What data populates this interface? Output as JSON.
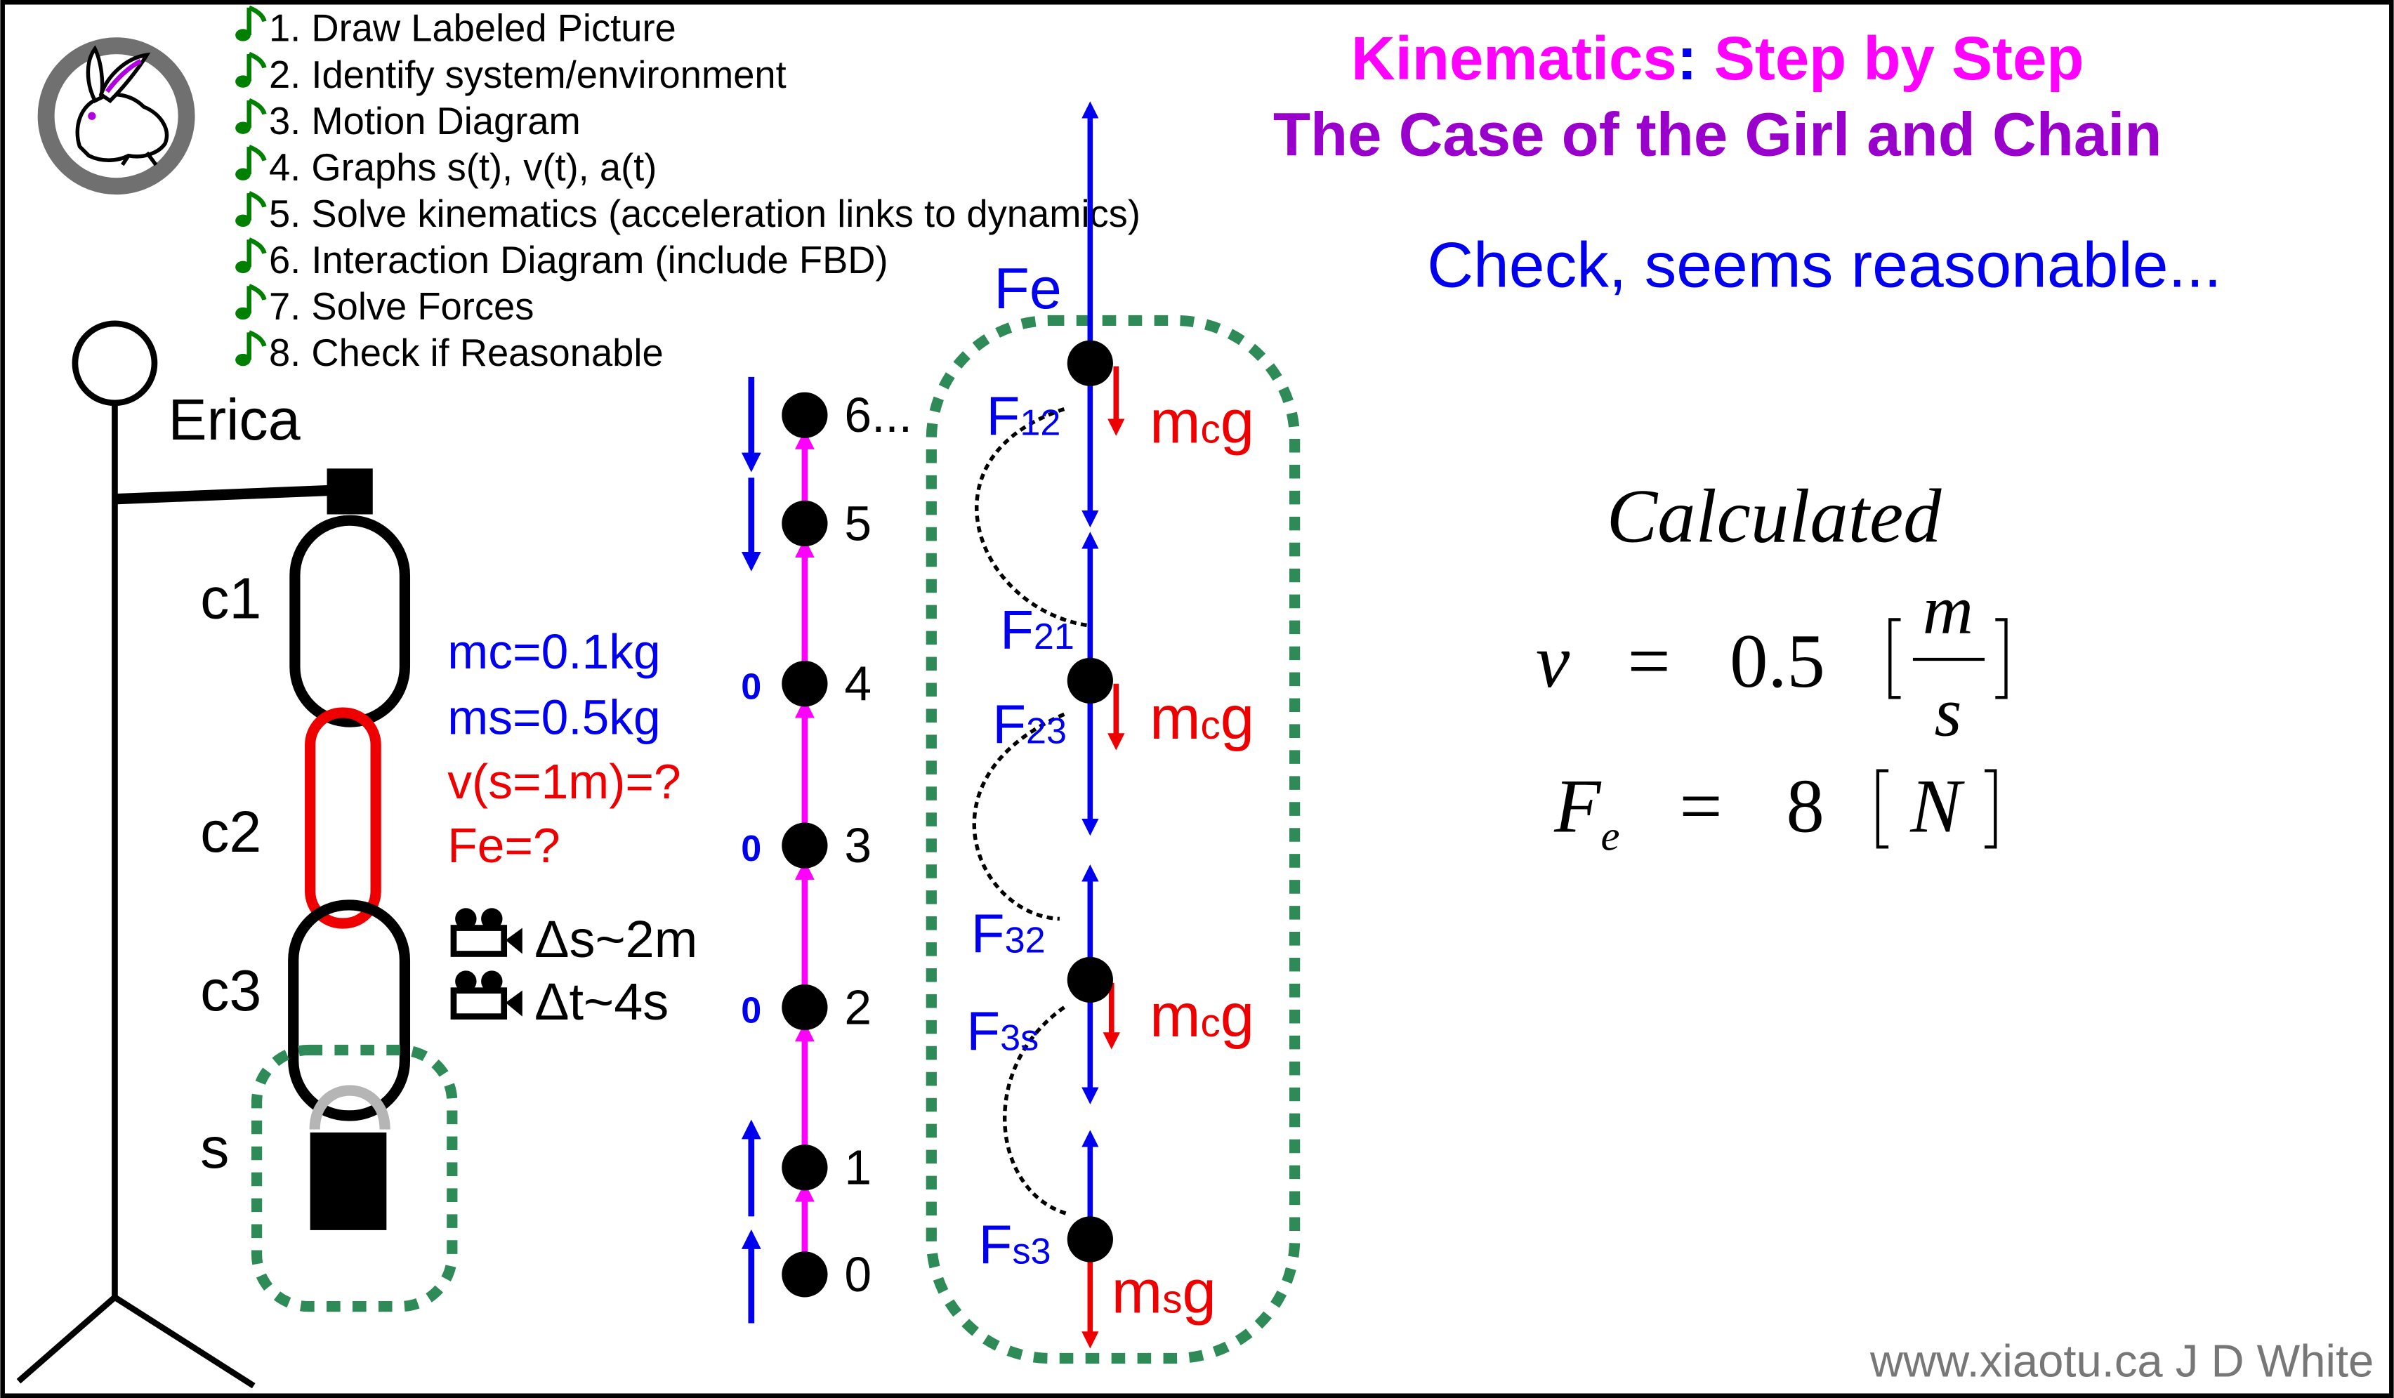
{
  "title": {
    "line1_prefix": "Kinematics",
    "line1_colon": ":",
    "line1_rest": " Step by Step",
    "line2": "The Case of the Girl and Chain"
  },
  "steps": [
    "1. Draw Labeled Picture",
    "2. Identify system/environment",
    "3. Motion Diagram",
    "4. Graphs s(t), v(t), a(t)",
    "5. Solve kinematics (acceleration links to dynamics)",
    "6. Interaction Diagram (include FBD)",
    "7. Solve Forces",
    "8. Check if Reasonable"
  ],
  "check_text": "Check, seems reasonable...",
  "person_label": "Erica",
  "links": {
    "c1": "c1",
    "c2": "c2",
    "c3": "c3",
    "s": "s"
  },
  "given": {
    "mc": "mc=0.1kg",
    "ms": "ms=0.5kg",
    "unknown_v": "v(s=1m)=?",
    "unknown_fe": "Fe=?",
    "delta_s": "Δs~2m",
    "delta_t": "Δt~4s"
  },
  "motion_points": [
    {
      "label": "0",
      "zero_marker": ""
    },
    {
      "label": "1",
      "zero_marker": ""
    },
    {
      "label": "2",
      "zero_marker": "0"
    },
    {
      "label": "3",
      "zero_marker": "0"
    },
    {
      "label": "4",
      "zero_marker": "0"
    },
    {
      "label": "5",
      "zero_marker": ""
    },
    {
      "label": "6...",
      "zero_marker": ""
    }
  ],
  "forces": {
    "fe": "Fe",
    "f12": {
      "main": "F",
      "sub": "12"
    },
    "f21": {
      "main": "F",
      "sub": "21"
    },
    "f23": {
      "main": "F",
      "sub": "23"
    },
    "f32": {
      "main": "F",
      "sub": "32"
    },
    "f3s": {
      "main": "F",
      "sub": "3s"
    },
    "fs3": {
      "main": "F",
      "sub": "s3"
    },
    "mcg": {
      "m": "m",
      "sub": "c",
      "g": "g"
    },
    "msg": {
      "m": "m",
      "sub": "s",
      "g": "g"
    }
  },
  "results": {
    "heading": "Calculated",
    "v_symbol": "v",
    "v_eq": "=",
    "v_value": "0.5",
    "v_unit_num": "m",
    "v_unit_den": "s",
    "fe_symbol": "F",
    "fe_sub": "e",
    "fe_eq": "=",
    "fe_value": "8",
    "fe_unit": "N"
  },
  "footer": "www.xiaotu.ca J D White",
  "colors": {
    "magenta": "#ff00ff",
    "purple": "#9900cc",
    "blue": "#0000ee",
    "red": "#ee0000",
    "green": "#2e8b57",
    "dark_green": "#008000",
    "gray": "#777777",
    "black": "#000000"
  },
  "icons": [
    "rabbit-logo-icon",
    "music-note-icon",
    "camera-icon"
  ]
}
